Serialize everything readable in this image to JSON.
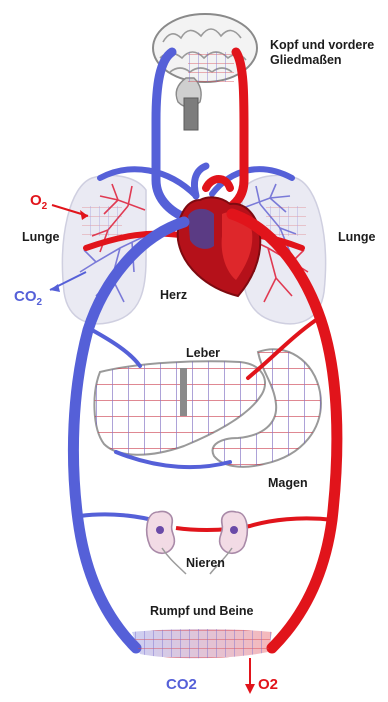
{
  "labels": {
    "head": [
      "Kopf und vordere",
      "Gliedmaßen"
    ],
    "lung_left": "Lunge",
    "lung_right": "Lunge",
    "heart": "Herz",
    "liver": "Leber",
    "stomach": "Magen",
    "kidneys": "Nieren",
    "trunk_legs": "Rumpf und Beine"
  },
  "gas_labels": {
    "o2_in": {
      "base": "O",
      "sub": "2"
    },
    "co2_out": {
      "base": "CO",
      "sub": "2"
    },
    "co2_bottom": "CO2",
    "o2_bottom": "O2"
  },
  "colors": {
    "oxygenated": "#e1141b",
    "deoxygenated": "#5560d8",
    "text": "#1c1c1c"
  }
}
